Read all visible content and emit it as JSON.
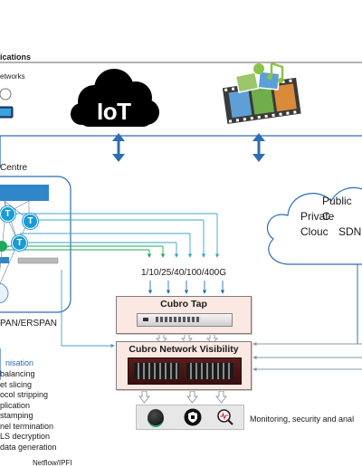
{
  "header": {
    "title_fragment": "ications",
    "networks_fragment": "etworks"
  },
  "icons": {
    "iot_label": "IoT"
  },
  "datacentre": {
    "label_fragment": "Centre",
    "tap_node_label": "T",
    "span_label": "PAN/ERSPAN"
  },
  "speeds": {
    "label": "1/10/25/40/100/400G"
  },
  "cubro_tap": {
    "title": "Cubro Tap"
  },
  "cubro_visibility": {
    "title": "Cubro Network Visibility"
  },
  "cloud": {
    "lines": [
      "Public C",
      "Private Clouc",
      "SDN"
    ]
  },
  "monitoring": {
    "label": "Monitoring, security and anal"
  },
  "optimisation": {
    "heading": "nisation",
    "items": [
      "balancing",
      "et slicing",
      "ocol stripping",
      "plication",
      "stamping",
      "nel termination",
      "LS decryption",
      "data generation"
    ],
    "footer_fragment": "Netflow/IPFI"
  },
  "colors": {
    "bus_line": "#2e6db5",
    "tap_node": "#1a9ad6",
    "green_arrow": "#21a85a",
    "box_fill": "#fbe8e2",
    "dc_block": "#2f86c9"
  }
}
